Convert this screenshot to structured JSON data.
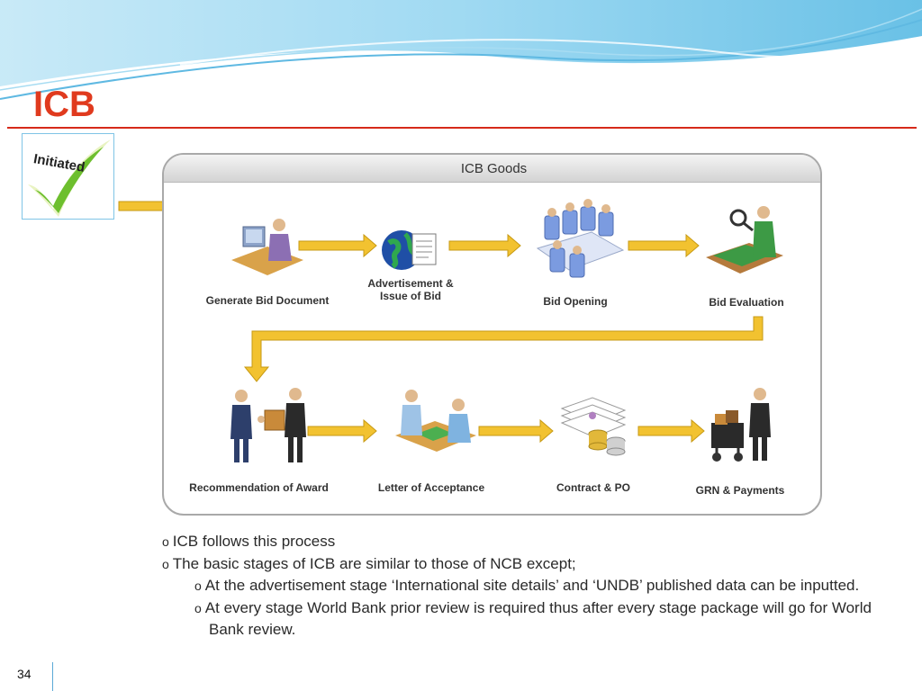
{
  "slide": {
    "title": "ICB",
    "page_number": "34"
  },
  "badge": {
    "label": "Initiated",
    "check_color": "#6dbf2e"
  },
  "panel": {
    "title": "ICB Goods"
  },
  "stages": [
    {
      "label": "Generate Bid Document",
      "icon": "person-at-computer-icon"
    },
    {
      "label": "Advertisement &\nIssue of Bid",
      "icon": "globe-document-icon"
    },
    {
      "label": "Bid Opening",
      "icon": "meeting-table-icon"
    },
    {
      "label": "Bid Evaluation",
      "icon": "inspector-workbench-icon"
    },
    {
      "label": "Recommendation of Award",
      "icon": "handing-package-icon"
    },
    {
      "label": "Letter of Acceptance",
      "icon": "signing-desk-icon"
    },
    {
      "label": "Contract & PO",
      "icon": "documents-coins-icon"
    },
    {
      "label": "GRN & Payments",
      "icon": "delivery-cart-icon"
    }
  ],
  "notes": {
    "items": [
      {
        "level": 1,
        "text": "ICB follows this process"
      },
      {
        "level": 1,
        "text": "The basic stages of ICB are similar to those of NCB except;"
      },
      {
        "level": 2,
        "text": "At the advertisement stage ‘International site details’ and ‘UNDB’ published data can be inputted."
      },
      {
        "level": 2,
        "text": "At every stage World Bank prior review is required thus after every stage package will go for World Bank review."
      }
    ]
  },
  "colors": {
    "title": "#e03a1e",
    "rule": "#d62a1a",
    "arrow": "#f2c230",
    "wave": "#6cc3e8"
  }
}
